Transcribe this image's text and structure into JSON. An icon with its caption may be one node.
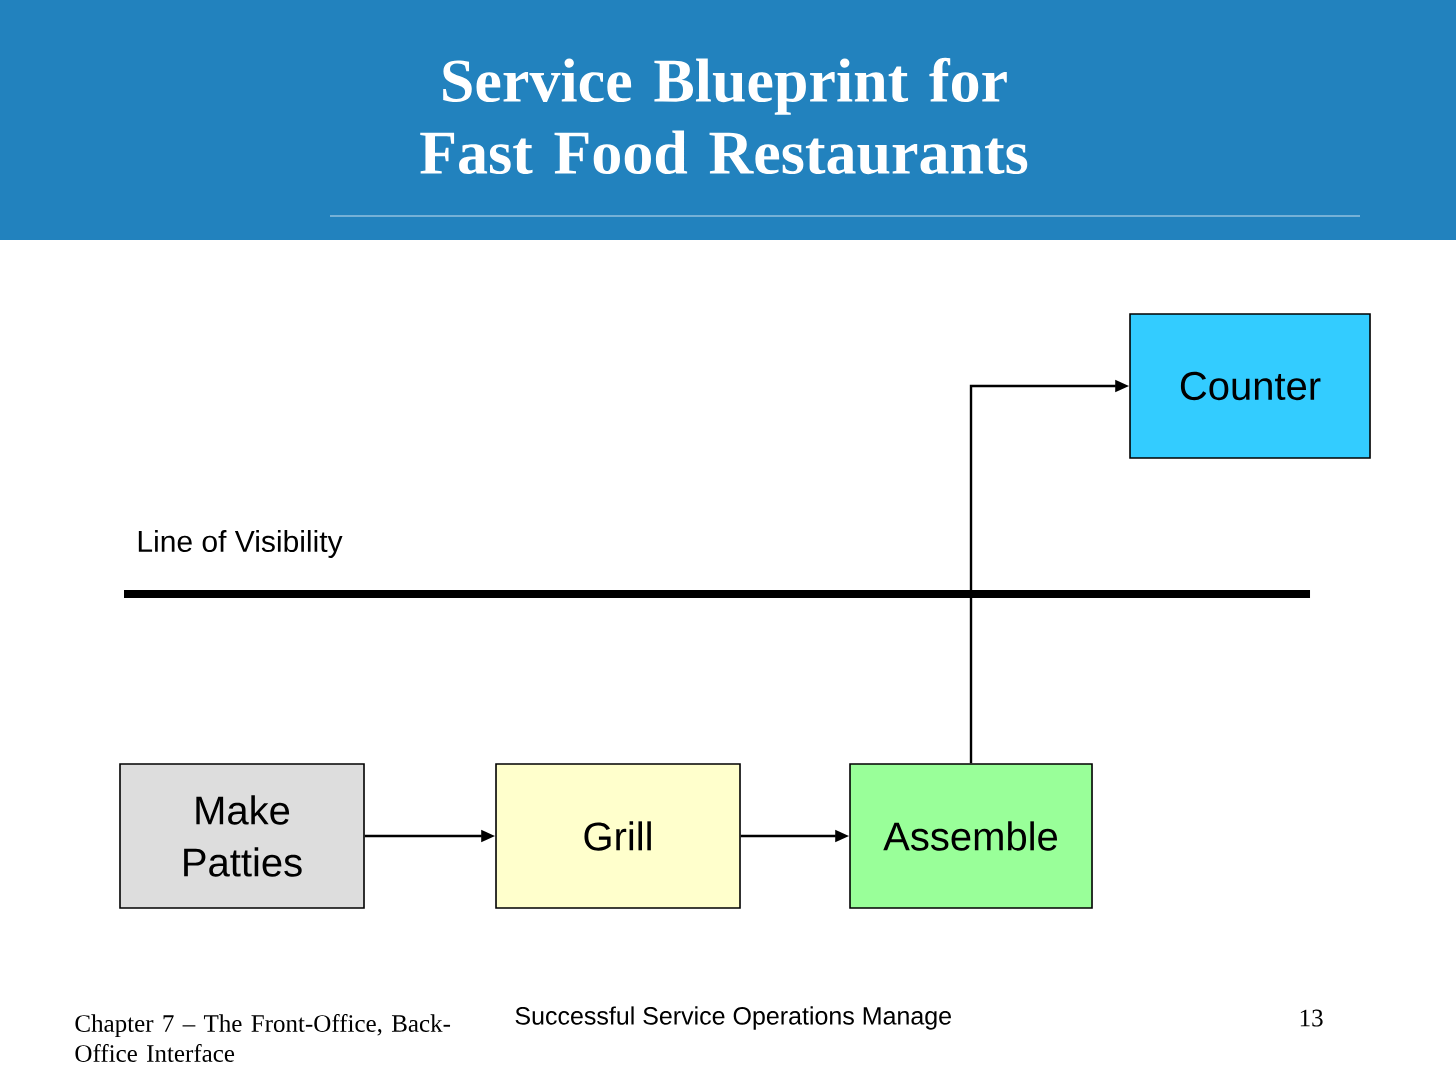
{
  "diagram": {
    "title": "Service Blueprint for Fast Food Restaurants",
    "nodes": [
      {
        "text": [
          "Counter"
        ]
      },
      {
        "text": [
          "Make Patties"
        ]
      },
      {
        "text": [
          "Grill"
        ]
      },
      {
        "text": [
          "Assemble"
        ]
      }
    ],
    "edges": [
      {
        "from": 1,
        "to": 2,
        "arrow": "to"
      },
      {
        "from": 2,
        "to": 3,
        "arrow": "to"
      },
      {
        "from": 3,
        "to": 0,
        "arrow": "to"
      }
    ],
    "labels": [
      "Line of Visibility",
      "Chapter 7 – The Front-Office, Back-Office Interface",
      "Successful Service Operations Manage",
      "13"
    ]
  }
}
